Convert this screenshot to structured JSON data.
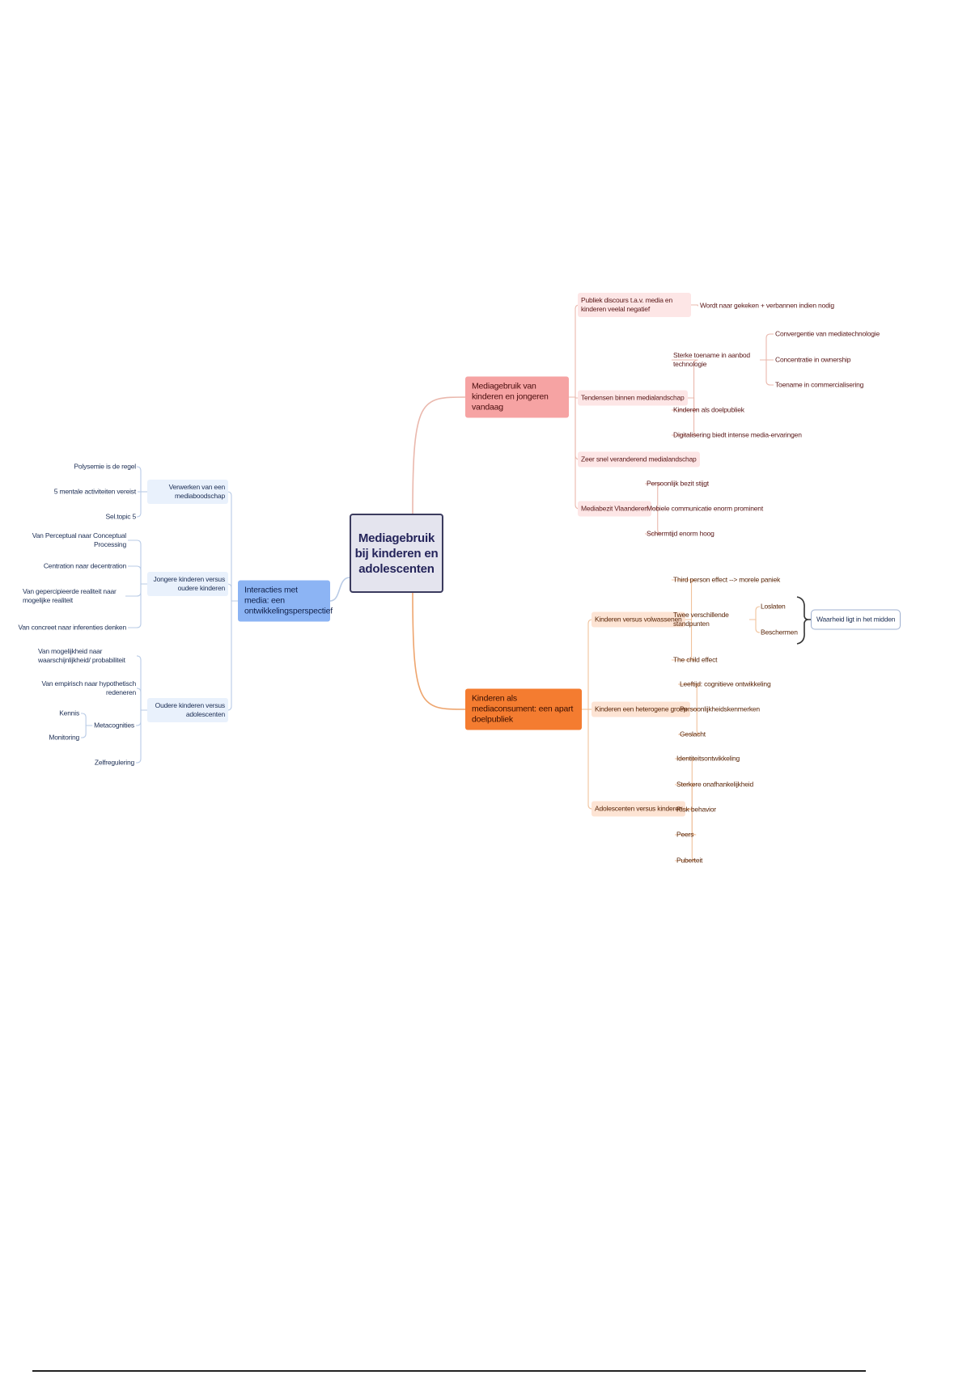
{
  "root": {
    "label": "Mediagebruik bij kinderen en adolescenten"
  },
  "today": {
    "label": "Mediagebruik van kinderen en jongeren vandaag",
    "publiek": {
      "label": "Publiek discours t.a.v. media en kinderen veelal negatief",
      "children": [
        "Wordt naar gekeken + verbannen indien nodig"
      ]
    },
    "tendensen": {
      "label": "Tendensen binnen medialandschap",
      "sterke": {
        "label": "Sterke toename in aanbod technologie",
        "children": [
          "Convergentie van mediatechnologie",
          "Concentratie in ownership",
          "Toename in commercialisering"
        ]
      },
      "children": [
        "Kinderen als doelpubliek",
        "Digitalisering biedt intense media-ervaringen"
      ]
    },
    "zeer_snel": {
      "label": "Zeer snel veranderend medialandschap"
    },
    "bezit": {
      "label": "Mediabezit Vlaanderen",
      "children": [
        "Persoonlijk bezit stijgt",
        "Mobiele communicatie enorm prominent",
        "Schermtijd enorm hoog"
      ]
    }
  },
  "consument": {
    "label": "Kinderen als mediaconsument: een apart doelpubliek",
    "volwassenen": {
      "label": "Kinderen versus volwassenen",
      "third": "Third person effect --> morele paniek",
      "twee": {
        "label": "Twee verschillende standpunten",
        "children": [
          "Loslaten",
          "Beschermen"
        ]
      },
      "child_effect": "The child effect",
      "summary": "Waarheid ligt in het midden"
    },
    "heterogeen": {
      "label": "Kinderen een heterogene groep",
      "children": [
        "Leeftijd: cognitieve ontwikkeling",
        "Persoonlijkheidskenmerken",
        "Geslacht"
      ]
    },
    "adolescenten": {
      "label": "Adolescenten versus kinderen",
      "children": [
        "Identiteitsontwikkeling",
        "Sterkere onafhankelijkheid",
        "Risk behavior",
        "Peers",
        "Puberteit"
      ]
    }
  },
  "interacties": {
    "label": "Interacties met media: een ontwikkelingsperspectief",
    "verwerken": {
      "label": "Verwerken van een mediaboodschap",
      "children": [
        "Polysemie is de regel",
        "5 mentale activiteiten vereist",
        "Sel.topic 5"
      ]
    },
    "jongere": {
      "label": "Jongere kinderen versus oudere kinderen",
      "children": [
        "Van Perceptual naar Conceptual Processing",
        "Centration naar decentration",
        "Van gepercipieerde realiteit naar mogelijke realiteit",
        "Van concreet naar inferenties denken"
      ]
    },
    "oudere": {
      "label": "Oudere kinderen versus adolescenten",
      "children": [
        "Van mogelijkheid naar waarschijnlijkheid/ probabiliteit",
        "Van empirisch naar hypothetisch redeneren"
      ],
      "meta": {
        "label": "Metacognities",
        "children": [
          "Kennis",
          "Monitoring"
        ]
      },
      "zelfregulering": "Zelfregulering"
    }
  },
  "colors": {
    "pink": "#f6a3a3",
    "orange": "#f47c30",
    "blue": "#8cb4f4",
    "root_border": "#3b3b5e"
  }
}
